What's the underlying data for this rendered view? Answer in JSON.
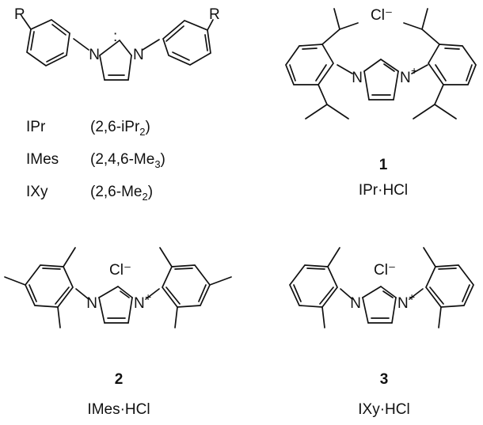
{
  "atom_labels": {
    "nitrogen": "N",
    "substituent": "R",
    "plus": "+"
  },
  "carbene_dots": ":",
  "counterion": "Cl⁻",
  "ligand_table": [
    {
      "name": "IPr",
      "pattern_prefix": "(2,6-iPr",
      "pattern_sub": "2",
      "pattern_suffix": ")"
    },
    {
      "name": "IMes",
      "pattern_prefix": "(2,4,6-Me",
      "pattern_sub": "3",
      "pattern_suffix": ")"
    },
    {
      "name": "IXy",
      "pattern_prefix": "(2,6-Me",
      "pattern_sub": "2",
      "pattern_suffix": ")"
    }
  ],
  "compounds": [
    {
      "number": "1",
      "label": "IPr·HCl"
    },
    {
      "number": "2",
      "label": "IMes·HCl"
    },
    {
      "number": "3",
      "label": "IXy·HCl"
    }
  ]
}
